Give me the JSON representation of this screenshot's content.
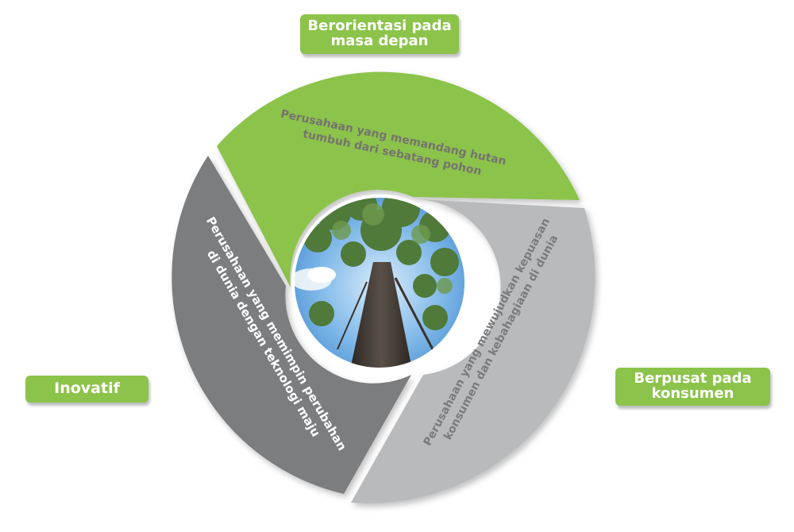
{
  "labels": {
    "top": [
      "Berorientasi pada",
      "masa depan"
    ],
    "left": [
      "Inovatif"
    ],
    "right": [
      "Berpusat pada",
      "konsumen"
    ]
  },
  "segments": {
    "top": {
      "lines": [
        "Perusahaan yang memandang hutan",
        "tumbuh dari sebatang pohon"
      ],
      "color": "#8cc34b",
      "text_color": "#75736f"
    },
    "left": {
      "lines": [
        "Perusahaan yang memimpin perubahan",
        "di dunia dengan teknologi maju"
      ],
      "color": "#7c7d7f",
      "text_color": "#ffffff"
    },
    "right": {
      "lines": [
        "Perusahaan yang mewujudkan kepuasan",
        "konsumen dan kebahagiaan di dunia"
      ],
      "color": "#b9babc",
      "text_color": "#7a7b7d"
    }
  },
  "center_image": {
    "icon": "tree-canopy-photo"
  },
  "colors": {
    "label_bg": "#8cc34b",
    "label_text": "#ffffff"
  }
}
